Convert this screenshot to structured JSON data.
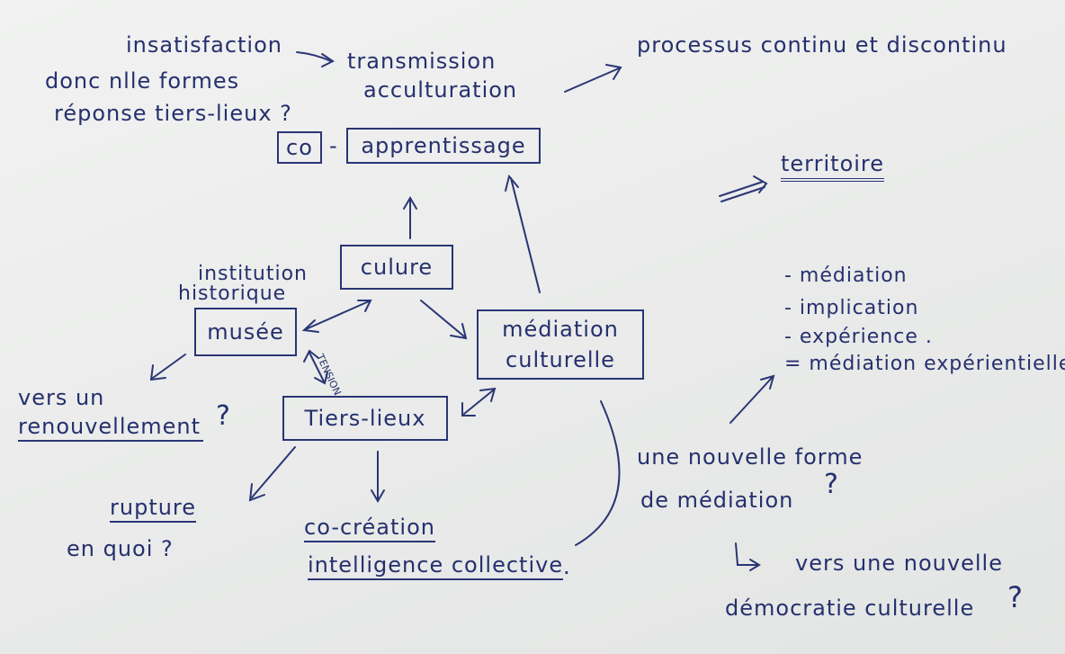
{
  "colors": {
    "ink": "#25306e",
    "paper": "#ecedec"
  },
  "nodes": {
    "insatisfaction": "insatisfaction",
    "transmission": "transmission",
    "acculturation": "acculturation",
    "processus": "processus continu et discontinu",
    "donc": "donc nlle formes",
    "reponse": "réponse tiers-lieux ?",
    "co": "co",
    "dash": "-",
    "apprentissage": "apprentissage",
    "territoire": "territoire",
    "culture": "culure",
    "institution": "institution",
    "historique": "historique",
    "musee": "musée",
    "mediation_1": "médiation",
    "mediation_2": "culturelle",
    "tension": "TENSION",
    "tiers_lieux": "Tiers-lieux",
    "vers_un": "vers un",
    "renouvellement": "renouvellement",
    "q_renouv": "?",
    "rupture": "rupture",
    "en_quoi": "en quoi ?",
    "co_creation": "co-création",
    "intelligence": "intelligence collective",
    "intel_dot": ".",
    "list": [
      "- médiation",
      "- implication",
      "- expérience .",
      "= médiation expérientielle"
    ],
    "nouvelle_forme_1": "une nouvelle forme",
    "nouvelle_forme_2": "de médiation",
    "q_forme": "?",
    "democratie_1": "vers une nouvelle",
    "democratie_2": "démocratie culturelle",
    "q_democratie": "?"
  }
}
